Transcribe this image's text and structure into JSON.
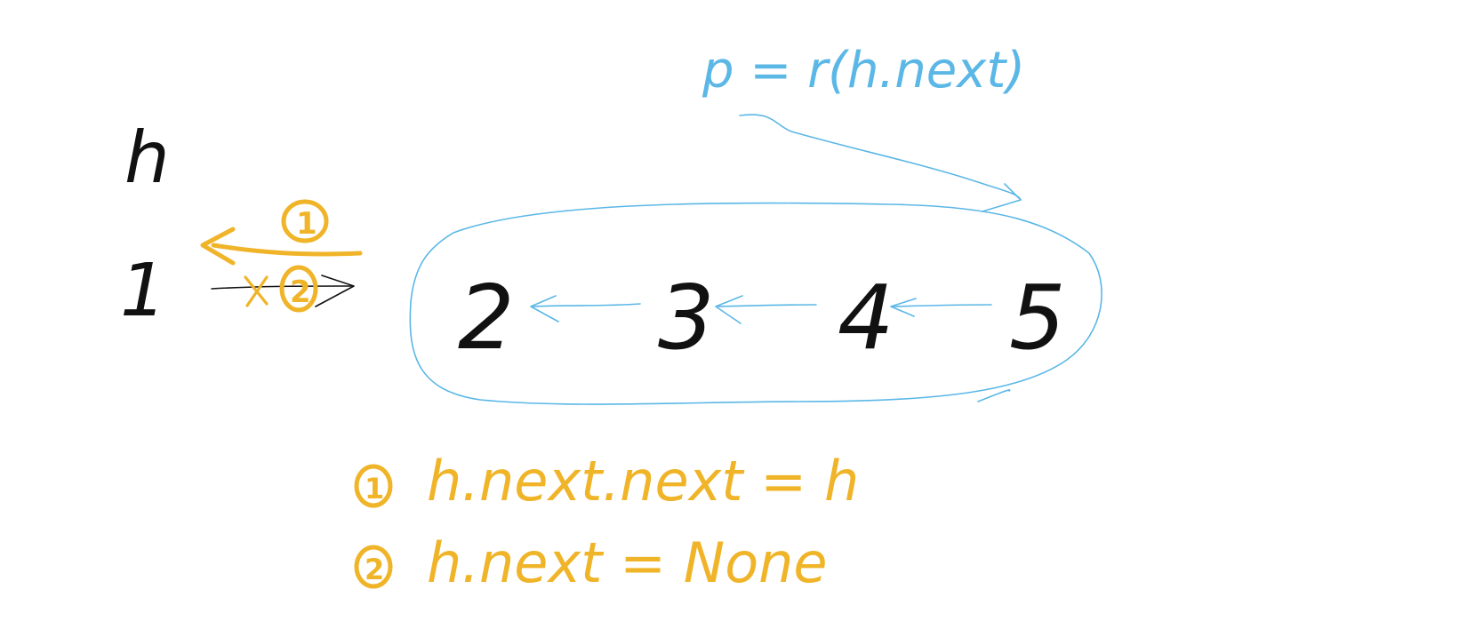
{
  "colors": {
    "background": "#ffffff",
    "ink_black": "#111111",
    "ink_blue": "#5bb7e6",
    "ink_orange": "#f0b429"
  },
  "labels": {
    "head_pointer": "h",
    "recursion_call": "p = r(h.next)",
    "step_one_marker": "1",
    "step_two_marker": "2"
  },
  "nodes": [
    "1",
    "2",
    "3",
    "4",
    "5"
  ],
  "steps": [
    {
      "marker": "1",
      "code": "h.next.next = h"
    },
    {
      "marker": "2",
      "code": "h.next = None"
    }
  ]
}
